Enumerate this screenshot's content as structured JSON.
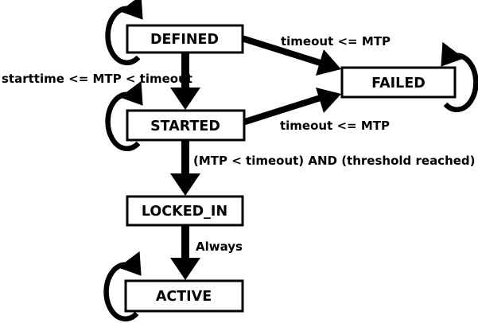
{
  "diagram": {
    "title": "state-machine-diagram",
    "colors": {
      "ink": "#000000",
      "background": "#ffffff",
      "state_fill": "#ffffff"
    },
    "states": {
      "defined": "DEFINED",
      "failed": "FAILED",
      "started": "STARTED",
      "locked_in": "LOCKED_IN",
      "active": "ACTIVE"
    },
    "transitions": [
      {
        "from": "DEFINED",
        "to": "DEFINED",
        "label": ""
      },
      {
        "from": "DEFINED",
        "to": "STARTED",
        "label": "starttime <= MTP < timeout"
      },
      {
        "from": "DEFINED",
        "to": "FAILED",
        "label": "timeout <= MTP"
      },
      {
        "from": "STARTED",
        "to": "STARTED",
        "label": ""
      },
      {
        "from": "STARTED",
        "to": "FAILED",
        "label": "timeout <= MTP"
      },
      {
        "from": "STARTED",
        "to": "LOCKED_IN",
        "label": "(MTP < timeout) AND (threshold reached)"
      },
      {
        "from": "FAILED",
        "to": "FAILED",
        "label": ""
      },
      {
        "from": "LOCKED_IN",
        "to": "ACTIVE",
        "label": "Always"
      },
      {
        "from": "ACTIVE",
        "to": "ACTIVE",
        "label": ""
      }
    ]
  }
}
